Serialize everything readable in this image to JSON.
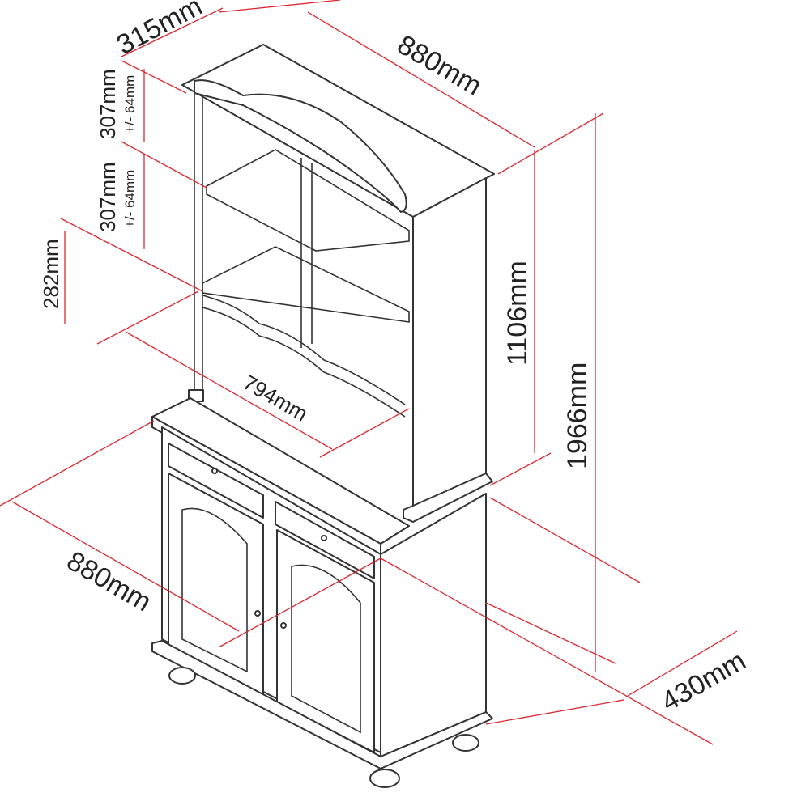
{
  "labels": {
    "top_depth": "315mm",
    "top_width": "880mm",
    "shelf1_height": "307mm",
    "shelf1_tolerance": "+/- 64mm",
    "shelf2_height": "307mm",
    "shelf2_tolerance": "+/- 64mm",
    "gap_height": "282mm",
    "inner_width": "794mm",
    "hutch_height": "1106mm",
    "total_height": "1966mm",
    "base_width": "880mm",
    "base_depth": "430mm"
  },
  "colors": {
    "dimension": "#d9282f",
    "outline": "#333333"
  }
}
